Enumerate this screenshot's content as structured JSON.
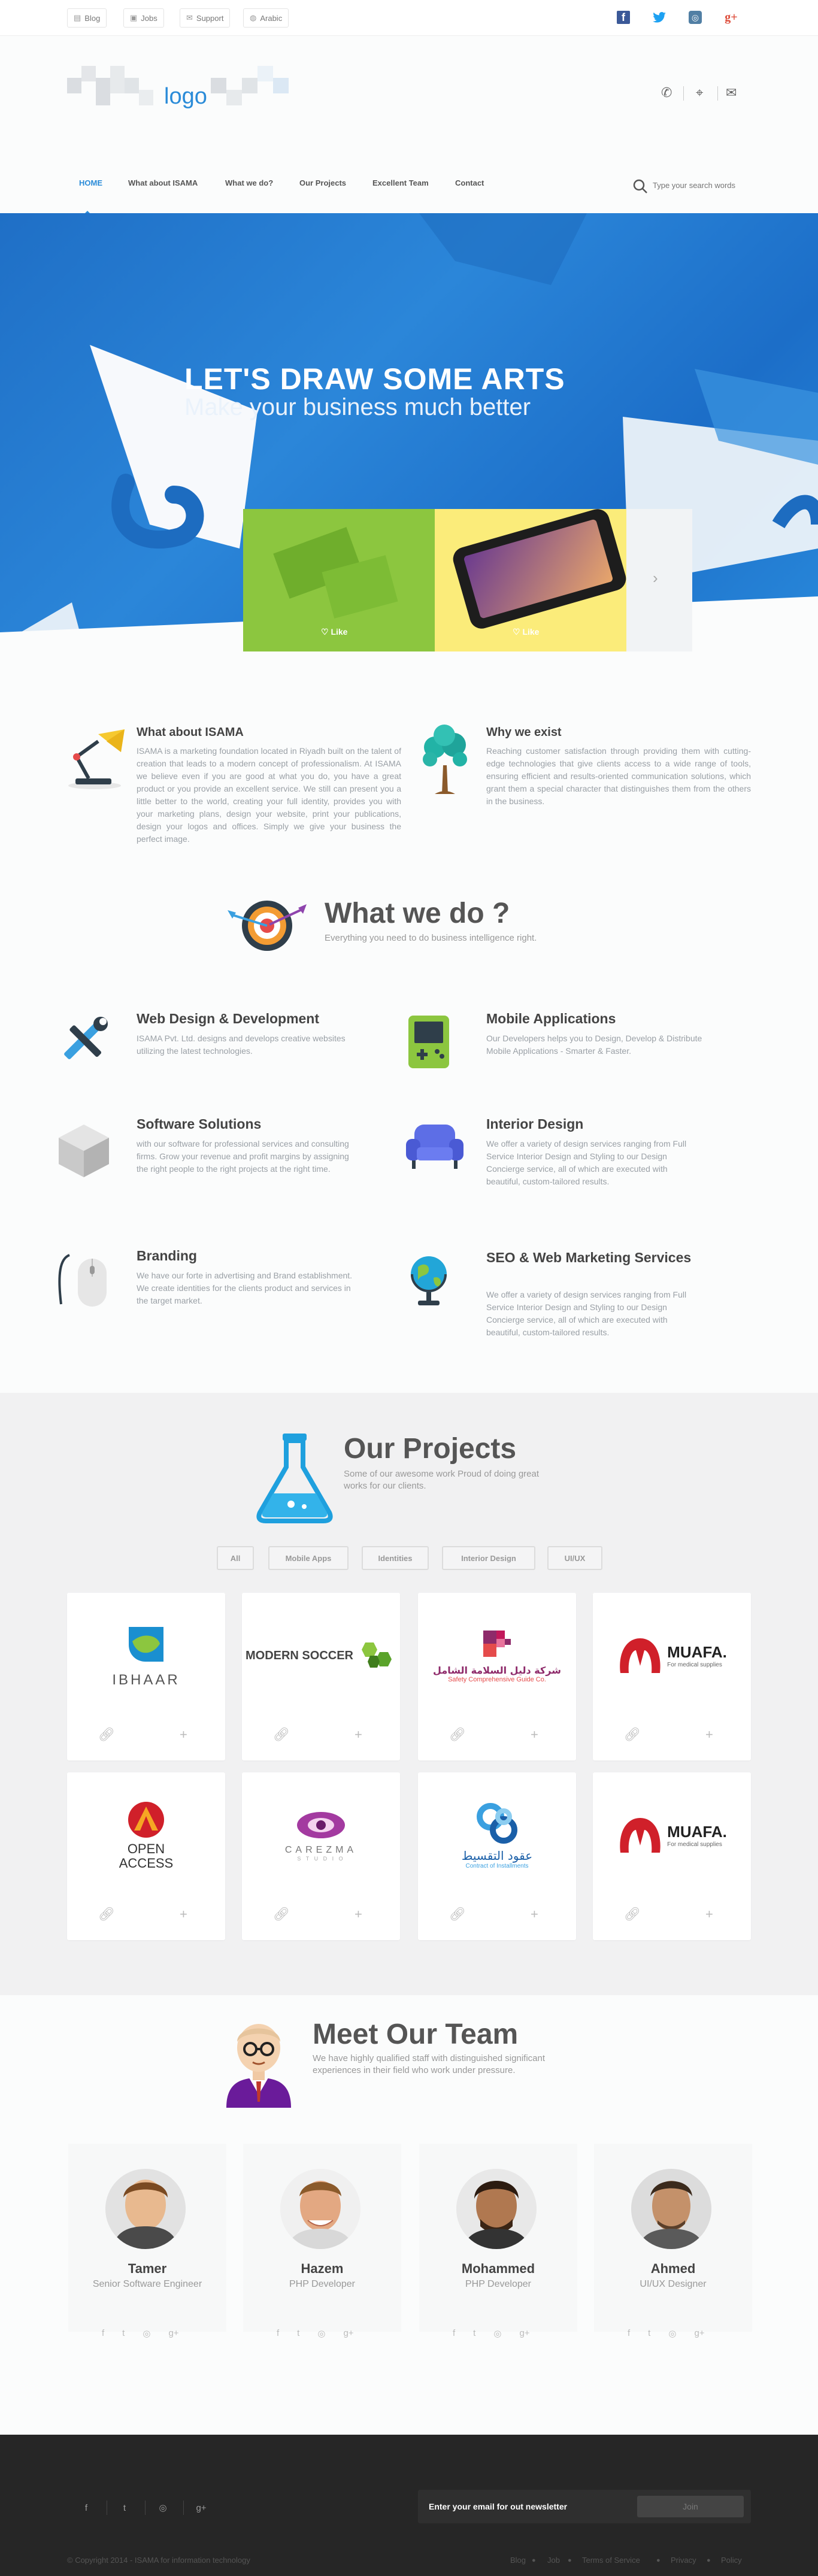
{
  "topbar": {
    "links": [
      {
        "label": "Blog",
        "icon": "document-icon"
      },
      {
        "label": "Jobs",
        "icon": "briefcase-icon"
      },
      {
        "label": "Support",
        "icon": "chat-icon"
      },
      {
        "label": "Arabic",
        "icon": "globe-icon"
      }
    ],
    "social": [
      {
        "icon": "facebook-icon",
        "glyph": "f",
        "color": "#3b5998"
      },
      {
        "icon": "twitter-icon",
        "glyph": "t",
        "color": "#1da1f2"
      },
      {
        "icon": "instagram-icon",
        "glyph": "◎",
        "color": "#517fa4"
      },
      {
        "icon": "google-plus-icon",
        "glyph": "g+",
        "color": "#dd4b39"
      }
    ]
  },
  "header": {
    "logo": "logo",
    "icons": [
      "phone-icon",
      "location-pin-icon",
      "envelope-icon"
    ]
  },
  "nav": {
    "items": [
      "HOME",
      "What about ISAMA",
      "What we do?",
      "Our Projects",
      "Excellent Team",
      "Contact"
    ],
    "active": "HOME",
    "accent": "#2a8bd8"
  },
  "search": {
    "placeholder": "Type your search words"
  },
  "hero": {
    "title": "LET'S DRAW SOME ARTS",
    "subtitle": "Make your business much better",
    "slides": [
      {
        "like": "Like",
        "color": "#8cc63f"
      },
      {
        "like": "Like",
        "color": "#fbec7a"
      }
    ]
  },
  "about": {
    "title": "What about ISAMA",
    "text": "ISAMA is a marketing foundation located in Riyadh built on the talent of creation that leads to a modern concept of professionalism. At ISAMA we believe even if you are good at what you do, you have a great product or you provide an excellent service. We still can present you a little better to the world, creating your full identity, provides you with your marketing plans, design your website, print your publications, design your logos and offices. Simply we give your business the perfect image."
  },
  "why": {
    "title": "Why we exist",
    "text": "Reaching customer satisfaction through providing them with cutting-edge technologies that give clients access to a wide range of tools, ensuring efficient and results-oriented communication solutions, which grant them a special character that distinguishes them from the others in the business."
  },
  "services": {
    "title": "What we do ?",
    "subtitle": "Everything you need to do business intelligence right.",
    "items": [
      {
        "title": "Web Design & Development",
        "text": "ISAMA Pvt. Ltd. designs and develops creative websites utilizing the latest technologies."
      },
      {
        "title": "Mobile Applications",
        "text": "Our Developers helps you to Design, Develop & Distribute Mobile Applications - Smarter & Faster."
      },
      {
        "title": "Software Solutions",
        "text": "with our software for professional services and consulting firms. Grow your revenue and profit margins by assigning the right people to the right projects at the right time."
      },
      {
        "title": "Interior Design",
        "text": "We offer a variety of design services ranging from Full Service Interior Design and Styling to our Design Concierge service, all of which are executed with beautiful, custom-tailored results."
      },
      {
        "title": "Branding",
        "text": "We have our forte in advertising and Brand establishment. We create identities for the clients product and services in the target market."
      },
      {
        "title": "SEO & Web Marketing Services",
        "text": "We offer a variety of design services ranging from Full Service Interior Design and Styling to our Design Concierge service, all of which are executed with beautiful, custom-tailored results."
      }
    ]
  },
  "projects": {
    "title": "Our Projects",
    "subtitle": "Some of our awesome work Proud of doing great works for our clients.",
    "filters": [
      "All",
      "Mobile Apps",
      "Identities",
      "Interior Design",
      "UI/UX"
    ],
    "items": [
      {
        "name": "IBHAAR",
        "sub": ""
      },
      {
        "name": "MODERN SOCCER",
        "sub": ""
      },
      {
        "name": "شركة دليل السلامة الشامل",
        "sub": "Safety Comprehensive Guide Co."
      },
      {
        "name": "MUAFA.",
        "sub": "For medical supplies"
      },
      {
        "name": "OPEN ACCESS",
        "sub": ""
      },
      {
        "name": "CAREZMA",
        "sub": "S T U D I O"
      },
      {
        "name": "عقود التقسيط",
        "sub": "Contract of Installments"
      },
      {
        "name": "MUAFA.",
        "sub": "For medical supplies"
      }
    ]
  },
  "team": {
    "title": "Meet Our Team",
    "subtitle": "We have highly qualified staff with distinguished significant experiences in their field who work under pressure.",
    "members": [
      {
        "name": "Tamer",
        "role": "Senior Software Engineer"
      },
      {
        "name": "Hazem",
        "role": "PHP Developer"
      },
      {
        "name": "Mohammed",
        "role": "PHP Developer"
      },
      {
        "name": "Ahmed",
        "role": "UI/UX Designer"
      }
    ],
    "social_icons": [
      "facebook-icon",
      "twitter-icon",
      "instagram-icon",
      "google-plus-icon"
    ]
  },
  "footer": {
    "newsletter_placeholder": "Enter your email for out newsletter",
    "join": "Join",
    "copyright": "© Copyright 2014 - ISAMA for information technology",
    "links": [
      "Blog",
      "Job",
      "Terms of Service",
      "Privacy",
      "Policy"
    ]
  }
}
